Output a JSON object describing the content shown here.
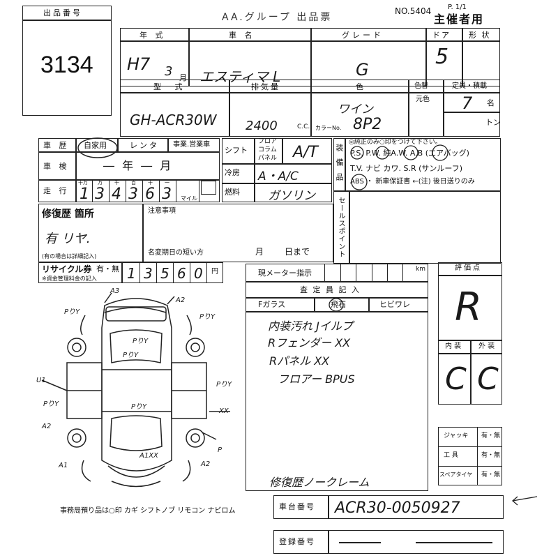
{
  "header": {
    "lot_label": "出品番号",
    "lot_number": "3134",
    "group_title": "AA.グループ 出品票",
    "doc_no": "NO.5404",
    "page": "P. 1/1",
    "usage": "主催者用"
  },
  "row1": {
    "year_label": "年 式",
    "name_label": "車 名",
    "grade_label": "グレード",
    "door_label": "ドア",
    "shape_label": "形 状",
    "year_value": "H7",
    "month_value": "3",
    "month_unit": "月",
    "name_value": "エスティマ L",
    "grade_value": "G",
    "door_value": "5"
  },
  "row2": {
    "model_label": "型 式",
    "displacement_label": "排気量",
    "color_label": "色",
    "color_change_label": "色替",
    "original_color_label": "元色",
    "capacity_label": "定員・積載",
    "model_value": "GH-ACR30W",
    "displacement_value": "2400",
    "cc_unit": "C.C.",
    "color_value": "ワイン",
    "color_no_label": "カラーNo.",
    "color_no_value": "8P2",
    "capacity_value": "7",
    "capacity_unit": "名",
    "ton_unit": "トン"
  },
  "history": {
    "label": "車 歴",
    "options": [
      "自家用",
      "レンタ",
      "事業.営業車"
    ],
    "shaken_label": "車 検",
    "shaken_value": "― 年 ― 月",
    "mileage_label": "走 行",
    "digit_units": [
      "十万",
      "万",
      "千",
      "百",
      "十",
      "一"
    ],
    "mileage_digits": [
      "1",
      "3",
      "4",
      "3",
      "6",
      "3"
    ],
    "mile_label": "マイル"
  },
  "spec": {
    "shift_label": "シフト",
    "shift_options": [
      "フロア",
      "コラム",
      "パネル"
    ],
    "shift_value": "A/T",
    "aircon_label": "冷房",
    "aircon_value": "A・A/C",
    "fuel_label": "燃料",
    "fuel_value": "ガソリン"
  },
  "equipment": {
    "label": "装備品",
    "note": "◎純正のみ○印をつけて下さい。",
    "line1": "P.S. P.W. 純A.W. A.B (エアバッグ)",
    "line2": "T.V. ナビ カワ. S.R (サンルーフ)",
    "line3": "ABS ・ 新車保証書 ←(注) 後日送りのみ"
  },
  "sales_point": {
    "label": "セールスポイント"
  },
  "repair": {
    "label": "修復歴 箇所",
    "value": "有 リヤ.",
    "note": "(有の場合は詳細記入)",
    "caution_label": "注意事項",
    "name_change_label": "名変期日の短い方",
    "name_change_month": "月",
    "name_change_day": "日まで"
  },
  "recycle": {
    "label": "リサイクル券",
    "options": "有・無",
    "note": "※資金管理料金の記入",
    "digits": [
      "1",
      "3",
      "5",
      "6",
      "0"
    ],
    "unit": "円"
  },
  "meter": {
    "label": "現メーター指示",
    "unit": "km"
  },
  "inspector": {
    "label": "査 定 員 記 入",
    "glass_label": "Fガラス",
    "stone_label": "飛石",
    "crack_label": "ヒビワレ",
    "notes": [
      "内装汚れ Jイルプ",
      "Rフェンダー XX",
      "Rパネル XX",
      "フロアー BPUS"
    ],
    "claim": "修復歴ノークレーム"
  },
  "evaluation": {
    "label": "評価点",
    "value": "R",
    "interior_label": "内 装",
    "exterior_label": "外 装",
    "interior_value": "C",
    "exterior_value": "C"
  },
  "accessories": {
    "jack_label": "ジャッキ",
    "tool_label": "工 具",
    "spare_label": "スペアタイヤ",
    "yes_no": "有・無"
  },
  "chassis": {
    "label": "車台番号",
    "value": "ACR30-0050927"
  },
  "registration": {
    "label": "登録番号"
  },
  "diagram": {
    "marks": [
      "A3",
      "A2",
      "PりY",
      "PりY",
      "PりY",
      "PりY",
      "U1",
      "PりY",
      "A2",
      "PりY",
      "XX",
      "A1",
      "A1XX",
      "P",
      "A2",
      "PりY"
    ],
    "footer": "事務局預り品は○印  カギ シフトノブ リモコン ナビロム"
  }
}
